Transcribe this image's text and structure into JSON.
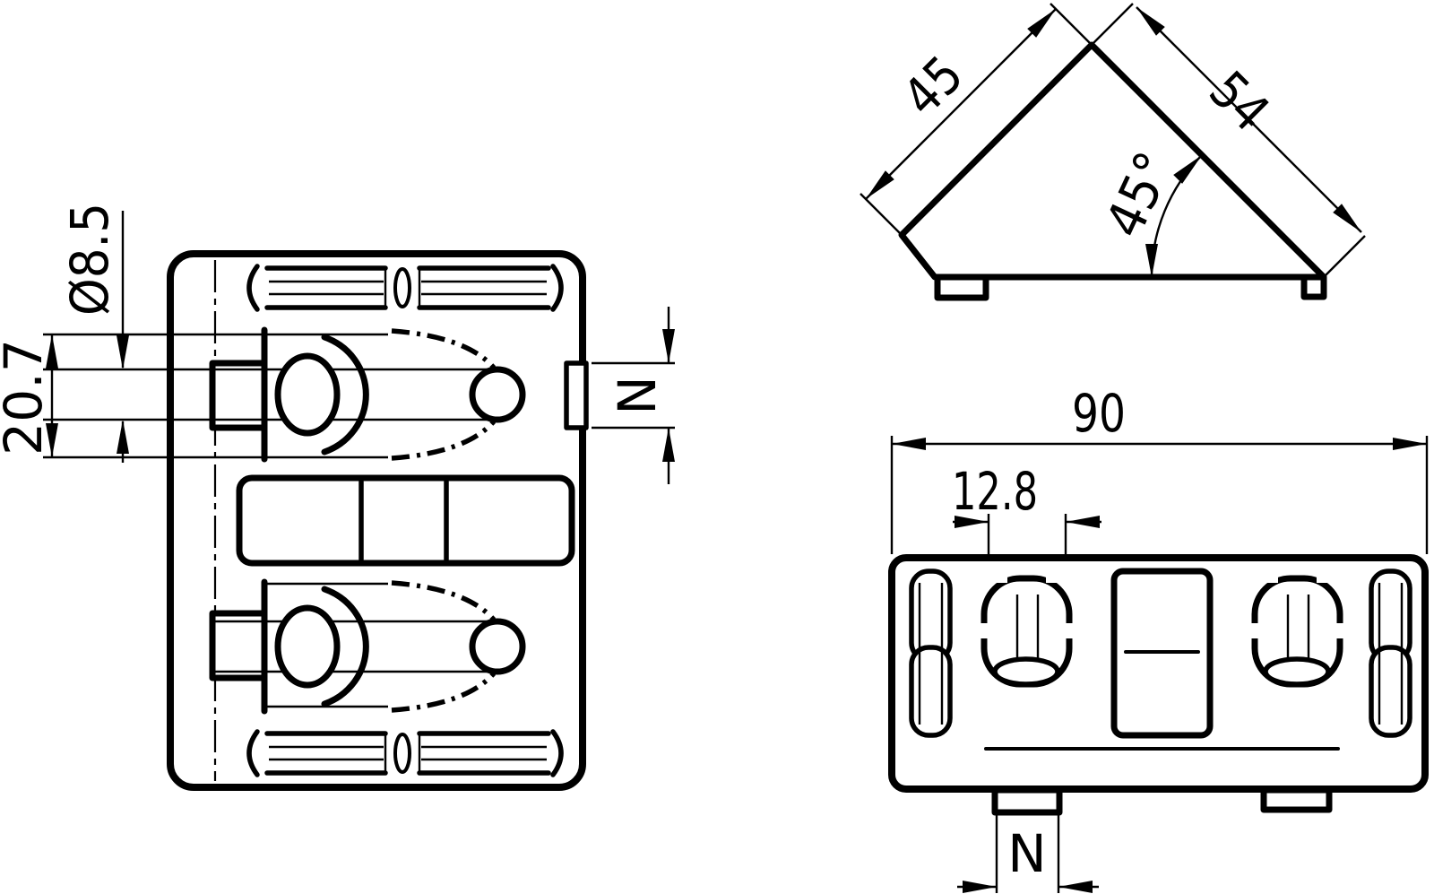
{
  "drawing": {
    "type": "technical-drawing",
    "colors": {
      "line": "#000000",
      "background": "#ffffff"
    },
    "views": {
      "plan": {
        "dims": {
          "hole_diameter": "Ø8.5",
          "slot_height": "20.7",
          "side_notch": "N"
        }
      },
      "profile": {
        "dims": {
          "side_a": "45",
          "side_b": "54",
          "angle": "45°"
        }
      },
      "front": {
        "dims": {
          "overall_width": "90",
          "hole_width": "12.8",
          "bottom_tab": "N"
        }
      }
    }
  }
}
